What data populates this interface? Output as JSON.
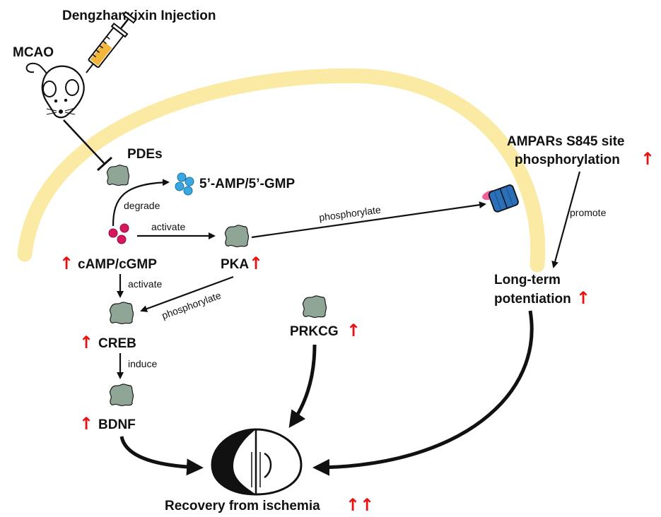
{
  "title": "Dengzhanxixin Injection",
  "model": "MCAO",
  "nodes": {
    "pdes": "PDEs",
    "amp_gmp": "5’-AMP/5’-GMP",
    "camp": "cAMP/cGMP",
    "pka": "PKA",
    "creb": "CREB",
    "bdnf": "BDNF",
    "prkcg": "PRKCG",
    "ampar_line1": "AMPARs S845 site",
    "ampar_line2": "phosphorylation",
    "ltp_line1": "Long-term",
    "ltp_line2": "potentiation",
    "recovery": "Recovery from ischemia"
  },
  "edges": {
    "degrade": "degrade",
    "activate_pka": "activate",
    "phosphorylate_ampar": "phosphorylate",
    "activate_creb": "activate",
    "phosphorylate_creb": "phosphorylate",
    "induce": "induce",
    "promote": "promote"
  },
  "indicators": {
    "up_arrow": "↑",
    "double_up": "↑↑"
  },
  "colors": {
    "membrane": "#fbeaa3",
    "protein": "#8fa596",
    "increase": "#e8110f",
    "amp_dots": "#3aa8e0",
    "camp_dots": "#d8175f",
    "receptor_blue": "#2b6fb8",
    "receptor_pink": "#f0609a"
  }
}
